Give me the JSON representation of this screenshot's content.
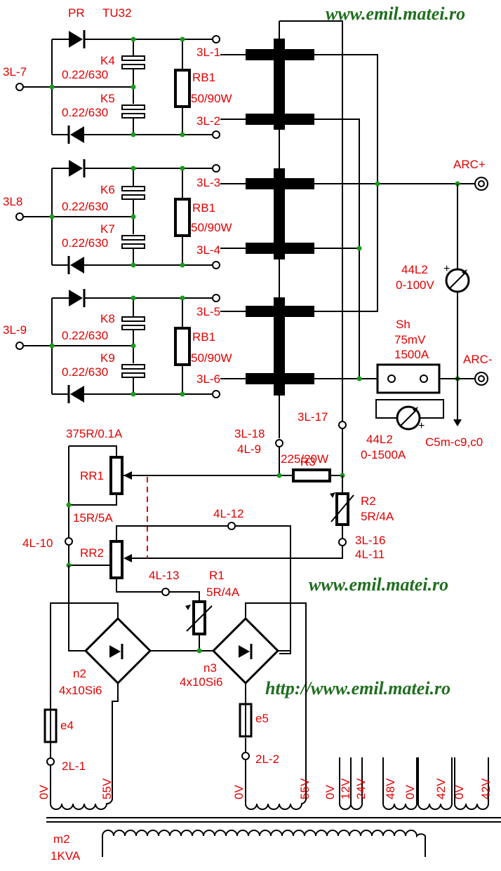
{
  "watermarks": {
    "top": "www.emil.matei.ro",
    "middle": "www.emil.matei.ro",
    "bottom": "http://www.emil.matei.ro"
  },
  "labels": {
    "pr": "PR",
    "tu32": "TU32",
    "in1": "3L-7",
    "in2": "3L8",
    "in3": "3L-9",
    "k4": "K4",
    "k5": "K5",
    "k6": "K6",
    "k7": "K7",
    "k8": "K8",
    "k9": "K9",
    "cap": "0.22/630",
    "rb1": "RB1",
    "rb1_val": "50/90W",
    "t1": "3L-1",
    "t2": "3L-2",
    "t3": "3L-3",
    "t4": "3L-4",
    "t5": "3L-5",
    "t6": "3L-6",
    "arc_plus": "ARC+",
    "arc_minus": "ARC-",
    "meter_v": "44L2",
    "meter_v_range": "0-100V",
    "shunt": "Sh",
    "shunt_mv": "75mV",
    "shunt_a": "1500A",
    "meter_a": "44L2",
    "meter_a_range": "0-1500A",
    "c5m": "C5m-c9,c0",
    "t17": "3L-17",
    "t18": "3L-18",
    "t4l9": "4L-9",
    "r3": "R3",
    "r3_val": "225/20W",
    "rr1_val": "375R/0.1A",
    "rr1": "RR1",
    "rr1_b": "15R/5A",
    "r2": "R2",
    "r2_val": "5R/4A",
    "t4l10": "4L-10",
    "rr2": "RR2",
    "t4l12": "4L-12",
    "t3l16": "3L-16",
    "t4l11": "4L-11",
    "t4l13": "4L-13",
    "r1": "R1",
    "r1_val": "5R/4A",
    "n2": "n2",
    "n2_val": "4x10Si6",
    "n3": "n3",
    "n3_val": "4x10Si6",
    "e4": "e4",
    "e5": "e5",
    "t2l1": "2L-1",
    "t2l2": "2L-2",
    "m2": "m2",
    "m2_val": "1KVA"
  },
  "tap_labels": [
    "0V",
    "55V",
    "0V",
    "55V",
    "0V",
    "12V",
    "24V",
    "48V",
    "0V",
    "42V",
    "0V",
    "42V"
  ]
}
